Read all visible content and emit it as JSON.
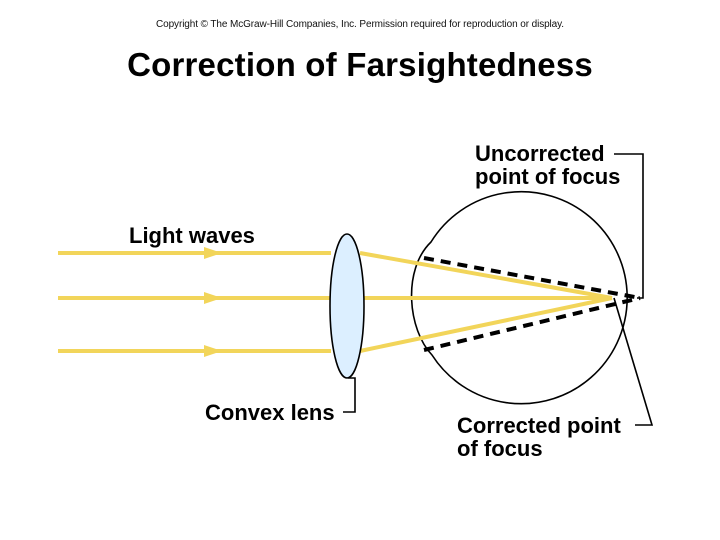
{
  "copyright": "Copyright © The McGraw-Hill Companies, Inc. Permission required for reproduction or display.",
  "title": "Correction of Farsightedness",
  "labels": {
    "light_waves": "Light waves",
    "convex_lens": "Convex lens",
    "uncorrected_line1": "Uncorrected",
    "uncorrected_line2": "point of focus",
    "corrected_line1": "Corrected point",
    "corrected_line2": "of focus"
  },
  "colors": {
    "light_ray": "#f2d55a",
    "lens_fill": "#dcefff",
    "outline": "#000000"
  }
}
